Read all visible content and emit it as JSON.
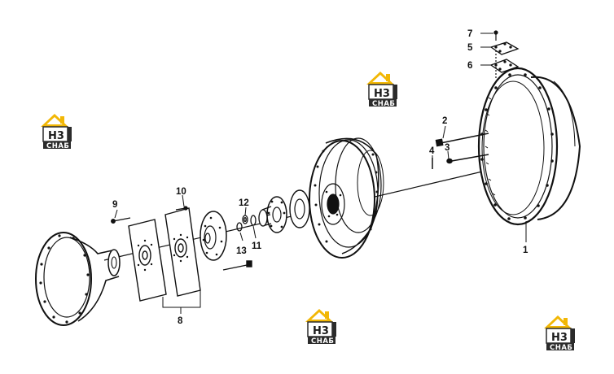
{
  "diagram": {
    "callouts": [
      "1",
      "2",
      "3",
      "4",
      "5",
      "6",
      "7",
      "8",
      "9",
      "10",
      "11",
      "12",
      "13"
    ]
  },
  "watermark": {
    "logo_text": "H3",
    "logo_sub": "СНАБ",
    "colors": {
      "roof": "#f2b705",
      "box": "#2b2b2b",
      "text": "#1c1c1c"
    }
  }
}
